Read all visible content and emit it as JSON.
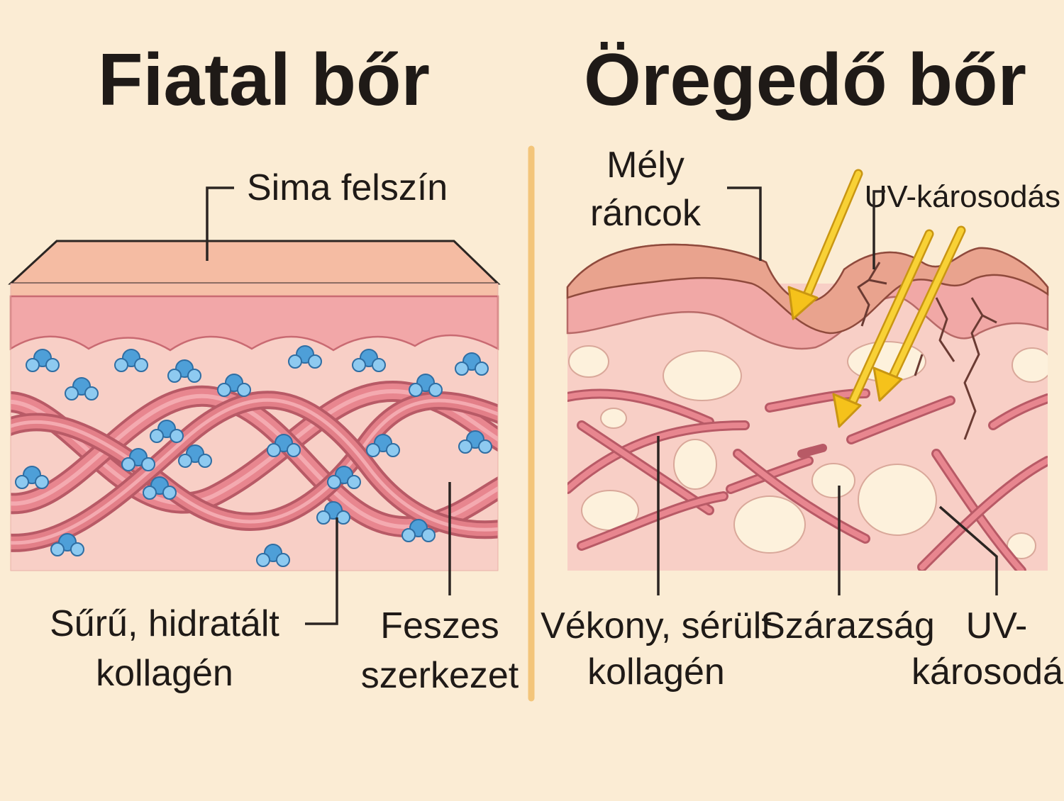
{
  "titles": {
    "young": "Fiatal bőr",
    "aging": "Öregedő bőr"
  },
  "young_labels": {
    "smooth_surface": "Sima felszín",
    "collagen_line1": "Sűrű, hidratált",
    "collagen_line2": "kollagén",
    "structure_line1": "Feszes",
    "structure_line2": "szerkezet"
  },
  "aging_labels": {
    "wrinkles_line1": "Mély",
    "wrinkles_line2": "ráncok",
    "uv_damage_top": "UV-károsodás",
    "collagen_line1": "Vékony, sérült",
    "collagen_line2": "kollagén",
    "dryness": "Szárazság",
    "uv_line1": "UV-",
    "uv_line2": "károsodás"
  },
  "colors": {
    "background": "#fbecd4",
    "epidermis": "#f4b8a0",
    "dermis": "#f2a7a8",
    "deep_tissue": "#f8cfc6",
    "collagen": "#e37f88",
    "water": "#5aaee3",
    "uv_ray": "#f5c21b",
    "divider": "#f3c57a"
  },
  "icons": {
    "water_molecule": "water-molecule-icon",
    "uv_ray": "uv-ray-icon"
  }
}
